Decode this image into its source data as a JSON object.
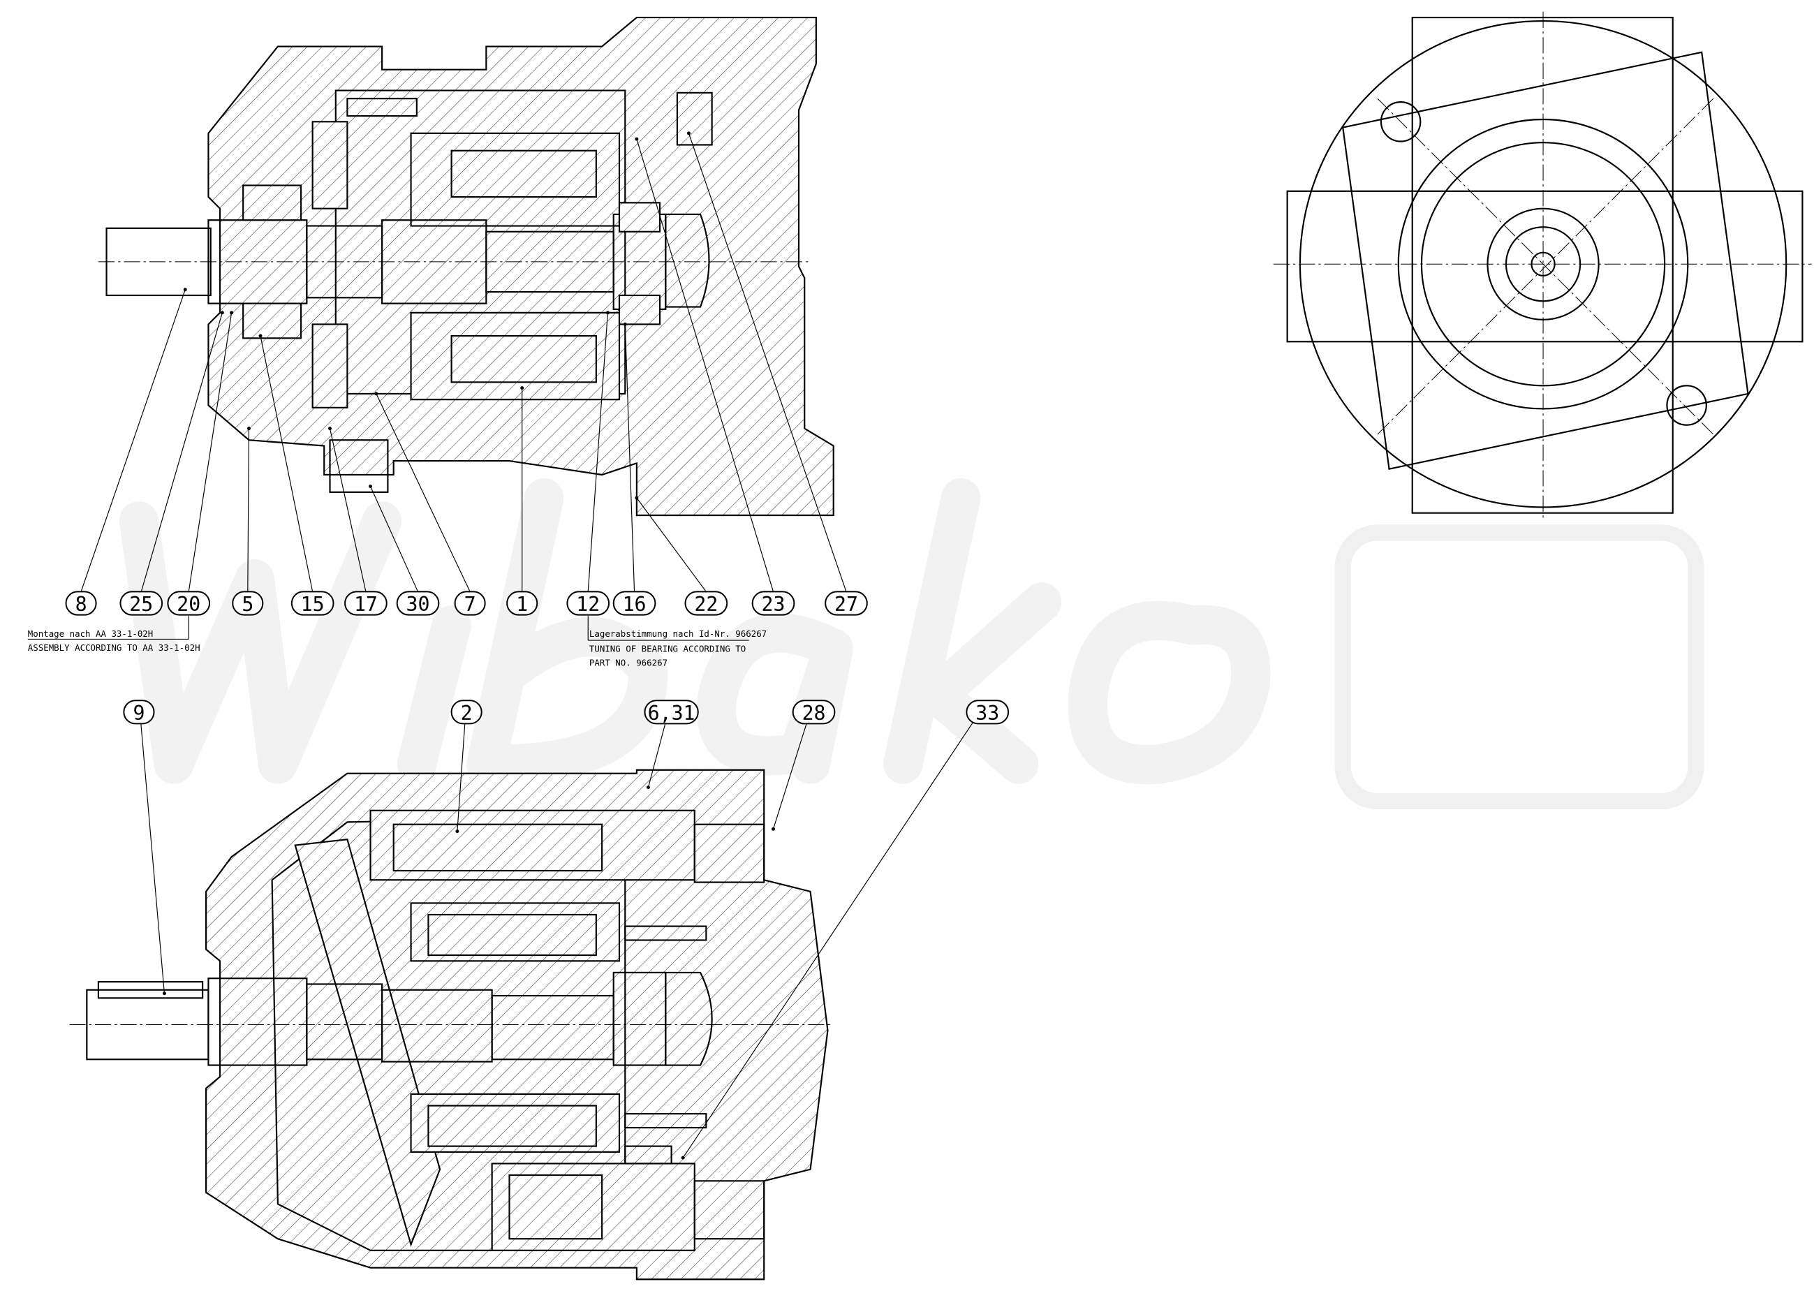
{
  "watermark": "wibako",
  "notes": {
    "assembly_de": "Montage nach AA 33-1-02H",
    "assembly_en": "ASSEMBLY ACCORDING TO AA 33-1-02H",
    "bearing_de": "Lagerabstimmung nach Id-Nr. 966267",
    "bearing_en_1": "TUNING OF BEARING ACCORDING TO",
    "bearing_en_2": "PART NO. 966267"
  },
  "balloons_top": [
    "8",
    "25",
    "20",
    "5",
    "15",
    "17",
    "30",
    "7",
    "1",
    "12",
    "16",
    "22",
    "23",
    "27"
  ],
  "balloons_bottom": [
    "9",
    "2",
    "6,31",
    "28",
    "33"
  ]
}
